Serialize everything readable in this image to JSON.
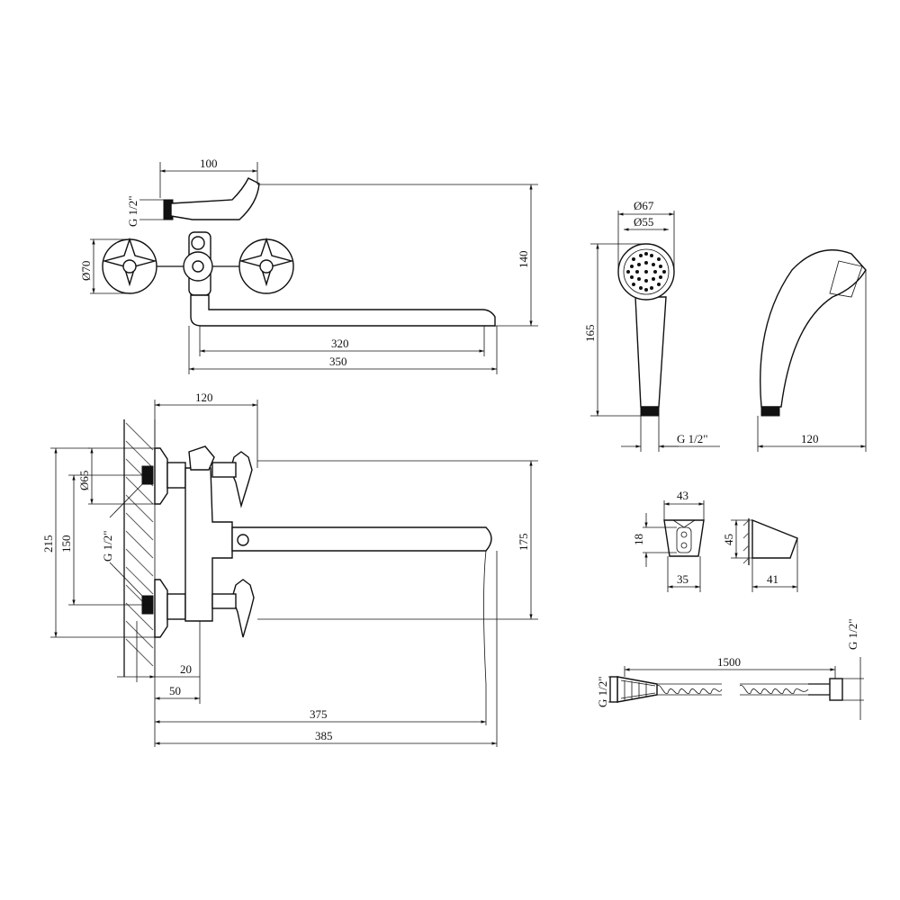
{
  "top_view": {
    "dim_100": "100",
    "dim_g12": "G 1/2\"",
    "dim_o70": "Ø70",
    "dim_140": "140",
    "dim_320": "320",
    "dim_350": "350"
  },
  "front_view": {
    "dim_120": "120",
    "dim_o65": "Ø65",
    "dim_215": "215",
    "dim_150": "150",
    "dim_g12": "G 1/2\"",
    "dim_175": "175",
    "dim_20": "20",
    "dim_50": "50",
    "dim_375": "375",
    "dim_385": "385"
  },
  "shower_head": {
    "dim_o67": "Ø67",
    "dim_o55": "Ø55",
    "dim_165": "165",
    "dim_g12": "G 1/2\"",
    "dim_120": "120"
  },
  "holder": {
    "dim_43": "43",
    "dim_18": "18",
    "dim_35": "35",
    "dim_45": "45",
    "dim_41": "41"
  },
  "hose": {
    "dim_1500": "1500",
    "dim_g12_left": "G 1/2\"",
    "dim_g12_right": "G 1/2\""
  }
}
